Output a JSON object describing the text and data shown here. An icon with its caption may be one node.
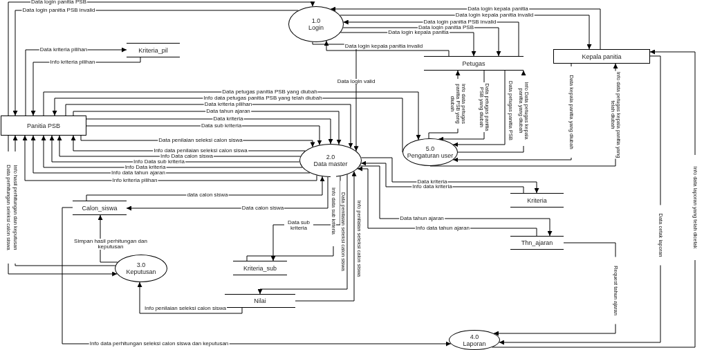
{
  "diagram": {
    "nodes": [
      {
        "text": [
          "1.0",
          "Login"
        ]
      },
      {
        "text": [
          "Kriteria_pil"
        ]
      },
      {
        "text": [
          "Petugas"
        ]
      },
      {
        "text": [
          "Kepala panitia"
        ]
      },
      {
        "text": [
          "Panitia PSB"
        ]
      },
      {
        "text": [
          "2.0",
          "Data master"
        ]
      },
      {
        "text": [
          "5.0",
          "Pengaturan user"
        ]
      },
      {
        "text": [
          "Kriteria"
        ]
      },
      {
        "text": [
          "Calon_siswa"
        ]
      },
      {
        "text": [
          "Thn_ajaran"
        ]
      },
      {
        "text": [
          "3.0",
          "Keputusan"
        ]
      },
      {
        "text": [
          "Kriteria_sub"
        ]
      },
      {
        "text": [
          "Nilai"
        ]
      },
      {
        "text": [
          "4.0",
          "Laporan"
        ]
      }
    ],
    "edges": [
      {
        "from": 4,
        "to": 0,
        "arrow": "to",
        "label": "Data login panitia PSB"
      },
      {
        "from": 0,
        "to": 4,
        "arrow": "to",
        "label": "Data login panitia PSB invalid"
      },
      {
        "from": 3,
        "to": 0,
        "arrow": "to",
        "label": "Data login kepala panitia"
      },
      {
        "from": 0,
        "to": 3,
        "arrow": "to",
        "label": "Data login kepala panitia invalid"
      },
      {
        "from": 2,
        "to": 0,
        "arrow": "to",
        "label": "Data login panitia PSB invalid"
      },
      {
        "from": 0,
        "to": 2,
        "arrow": "to",
        "label": "Data login panitia PSB"
      },
      {
        "from": 0,
        "to": 2,
        "arrow": "to",
        "label": "Data login kepala panitia"
      },
      {
        "from": 2,
        "to": 0,
        "arrow": "to",
        "label": "Data login kepala panitia invalid"
      },
      {
        "from": 0,
        "to": 5,
        "arrow": "to",
        "label": "Data login valid"
      },
      {
        "from": 4,
        "to": 1,
        "arrow": "to",
        "label": "Data kriteria pilihan"
      },
      {
        "from": 1,
        "to": 4,
        "arrow": "to",
        "label": "Info kriteria pilihan"
      },
      {
        "from": 4,
        "to": 6,
        "arrow": "to",
        "label": "Data petugas panitia PSB yang diubah"
      },
      {
        "from": 6,
        "to": 4,
        "arrow": "to",
        "label": "Info data petugas panitia PSB yang telah diubah"
      },
      {
        "from": 4,
        "to": 5,
        "arrow": "to",
        "label": "Data kriteria pilihan"
      },
      {
        "from": 4,
        "to": 5,
        "arrow": "to",
        "label": "Data tahun ajaran"
      },
      {
        "from": 4,
        "to": 5,
        "arrow": "to",
        "label": "Data kriteria"
      },
      {
        "from": 4,
        "to": 5,
        "arrow": "to",
        "label": "Data sub kriteria"
      },
      {
        "from": 4,
        "to": 5,
        "arrow": "to",
        "label": "Data penilaian seleksi calon siswa"
      },
      {
        "from": 5,
        "to": 4,
        "arrow": "to",
        "label": "Info data penilaian seleksi calon siswa"
      },
      {
        "from": 5,
        "to": 4,
        "arrow": "to",
        "label": "Info Data calon siswa"
      },
      {
        "from": 5,
        "to": 4,
        "arrow": "to",
        "label": "Info Data sub kriteria"
      },
      {
        "from": 5,
        "to": 4,
        "arrow": "to",
        "label": "Info Data kriteria"
      },
      {
        "from": 5,
        "to": 4,
        "arrow": "to",
        "label": "Info data tahun ajaran"
      },
      {
        "from": 5,
        "to": 4,
        "arrow": "to",
        "label": "Info kriteria pilihan"
      },
      {
        "from": 10,
        "to": 4,
        "arrow": "to",
        "label": "Info hasil perhitungan dan keputusan"
      },
      {
        "from": 4,
        "to": 10,
        "arrow": "to",
        "label": "Data perhitungan seleksi calon siswa"
      },
      {
        "from": 8,
        "to": 5,
        "arrow": "to",
        "label": "data calon siswa"
      },
      {
        "from": 5,
        "to": 8,
        "arrow": "to",
        "label": "Data calon siswa"
      },
      {
        "from": 10,
        "to": 8,
        "arrow": "to",
        "label": "Simpan hasil perhitungan dan keputusan"
      },
      {
        "from": 8,
        "to": 13,
        "arrow": "to",
        "label": "Info data perhitungan seleksi calon siswa dan keputusan"
      },
      {
        "from": 12,
        "to": 10,
        "arrow": "to",
        "label": "Info penilaian seleksi calon siswa"
      },
      {
        "from": 5,
        "to": 11,
        "arrow": "to",
        "label": "Data sub kriteria"
      },
      {
        "from": 11,
        "to": 5,
        "arrow": "to",
        "label": "Info data sub kriteria"
      },
      {
        "from": 5,
        "to": 12,
        "arrow": "to",
        "label": "Data penilaian seleksi calon siswa"
      },
      {
        "from": 12,
        "to": 5,
        "arrow": "to",
        "label": "Info penilaian seleksi calon siswa"
      },
      {
        "from": 5,
        "to": 7,
        "arrow": "to",
        "label": "Data kriteria"
      },
      {
        "from": 7,
        "to": 5,
        "arrow": "to",
        "label": "Info data kriteria"
      },
      {
        "from": 5,
        "to": 9,
        "arrow": "to",
        "label": "Data tahun ajaran"
      },
      {
        "from": 9,
        "to": 5,
        "arrow": "to",
        "label": "Info data tahun ajaran"
      },
      {
        "from": 9,
        "to": 13,
        "arrow": "to",
        "label": "Request tahun ajaran"
      },
      {
        "from": 3,
        "to": 13,
        "arrow": "to",
        "label": "Data cetak laporan"
      },
      {
        "from": 13,
        "to": 3,
        "arrow": "to",
        "label": "Info data laporan yang telah dicetak"
      },
      {
        "from": 6,
        "to": 2,
        "arrow": "to",
        "label": "Info data petugas panitia PSB yang diubah"
      },
      {
        "from": 2,
        "to": 6,
        "arrow": "to",
        "label": "Data petugas panitia PSB yang diubah"
      },
      {
        "from": 2,
        "to": 6,
        "arrow": "to",
        "label": "Data petugas panitia PSB"
      },
      {
        "from": 6,
        "to": 2,
        "arrow": "to",
        "label": "Info Data petugas kepala panitia yang diubah"
      },
      {
        "from": 3,
        "to": 6,
        "arrow": "to",
        "label": "Data kepala panitia yang diubah"
      },
      {
        "from": 6,
        "to": 3,
        "arrow": "to",
        "label": "Info data petugas kepala panitia yang telah diubah"
      }
    ]
  }
}
